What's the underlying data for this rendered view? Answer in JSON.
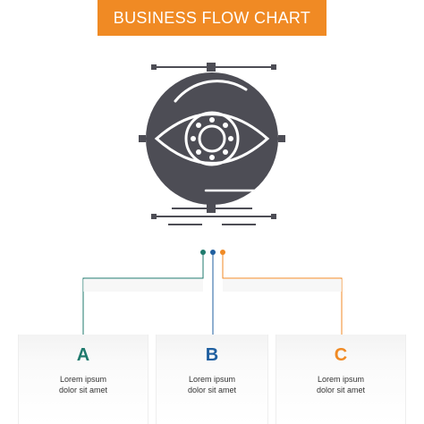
{
  "title": "BUSINESS FLOW CHART",
  "icon": {
    "name": "eye-vision-icon",
    "description_color": "#4d4d55"
  },
  "steps": [
    {
      "letter": "A",
      "line1": "Lorem ipsum",
      "line2": "dolor sit amet",
      "color": "#1f7a6d"
    },
    {
      "letter": "B",
      "line1": "Lorem ipsum",
      "line2": "dolor sit amet",
      "color": "#1f5fa0"
    },
    {
      "letter": "C",
      "line1": "Lorem ipsum",
      "line2": "dolor sit amet",
      "color": "#f08a24"
    }
  ],
  "colors": {
    "banner": "#f08a24",
    "icon": "#4d4d55",
    "teal": "#1f7a6d",
    "blue": "#1f5fa0",
    "orange": "#f08a24"
  }
}
